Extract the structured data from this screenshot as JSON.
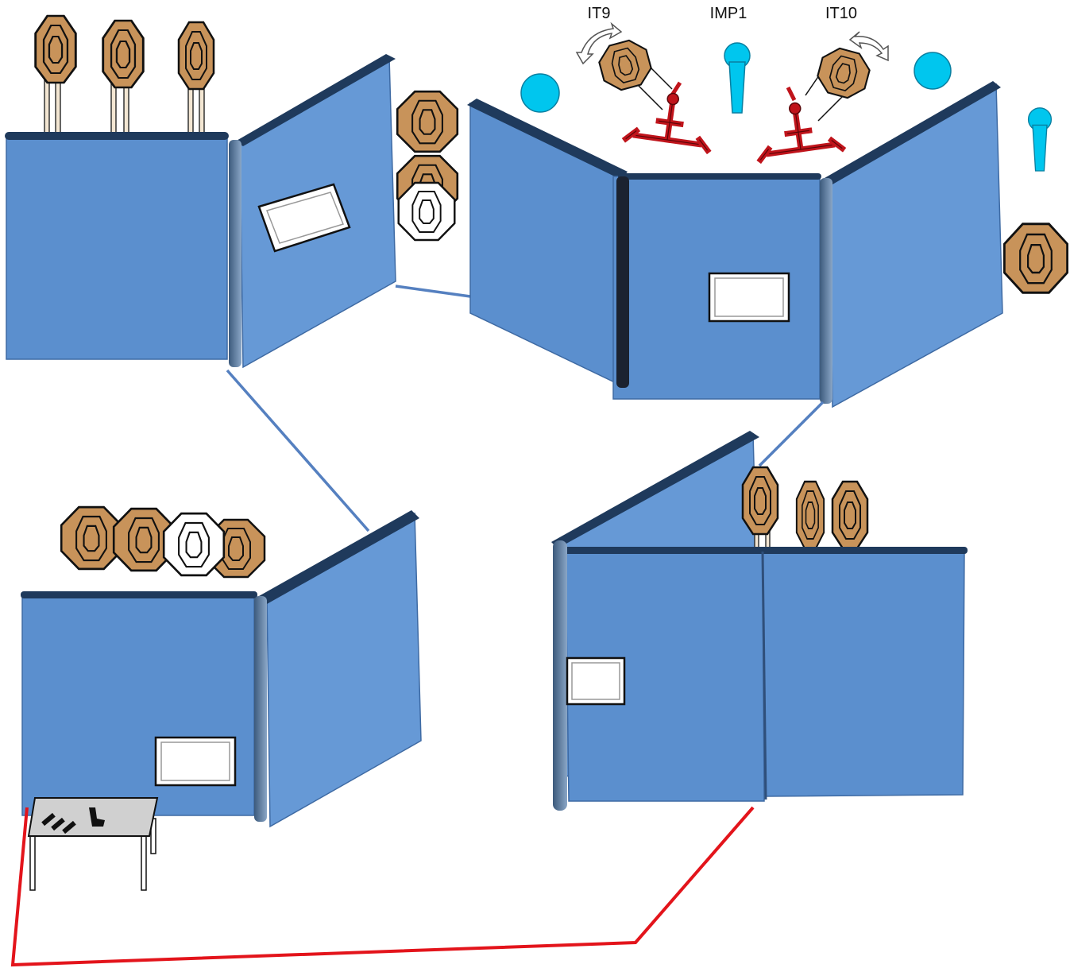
{
  "labels": {
    "it9": "IT9",
    "imp1": "IMP1",
    "it10": "IT10"
  },
  "colors": {
    "wall_front": "#5b8fce",
    "wall_side": "#6699d6",
    "wall_top": "#1f3a5c",
    "target_paper": "#c8935a",
    "no_shoot": "#ffffff",
    "popper": "#00c6ee",
    "plate": "#00c6ee",
    "swinger": "#c0141b",
    "table": "#d0d0d0",
    "shooter_path": "#e3141b",
    "fault_line": "#5580c0"
  },
  "icons": {
    "paper_target": "octagon-target-icon",
    "no_shoot_target": "no-shoot-icon",
    "popper": "popper-icon",
    "plate": "plate-icon",
    "swinger": "swinger-icon",
    "rotate": "rotate-arrow-icon",
    "pistol": "pistol-icon",
    "magazine": "magazine-icon",
    "table": "table-icon"
  }
}
